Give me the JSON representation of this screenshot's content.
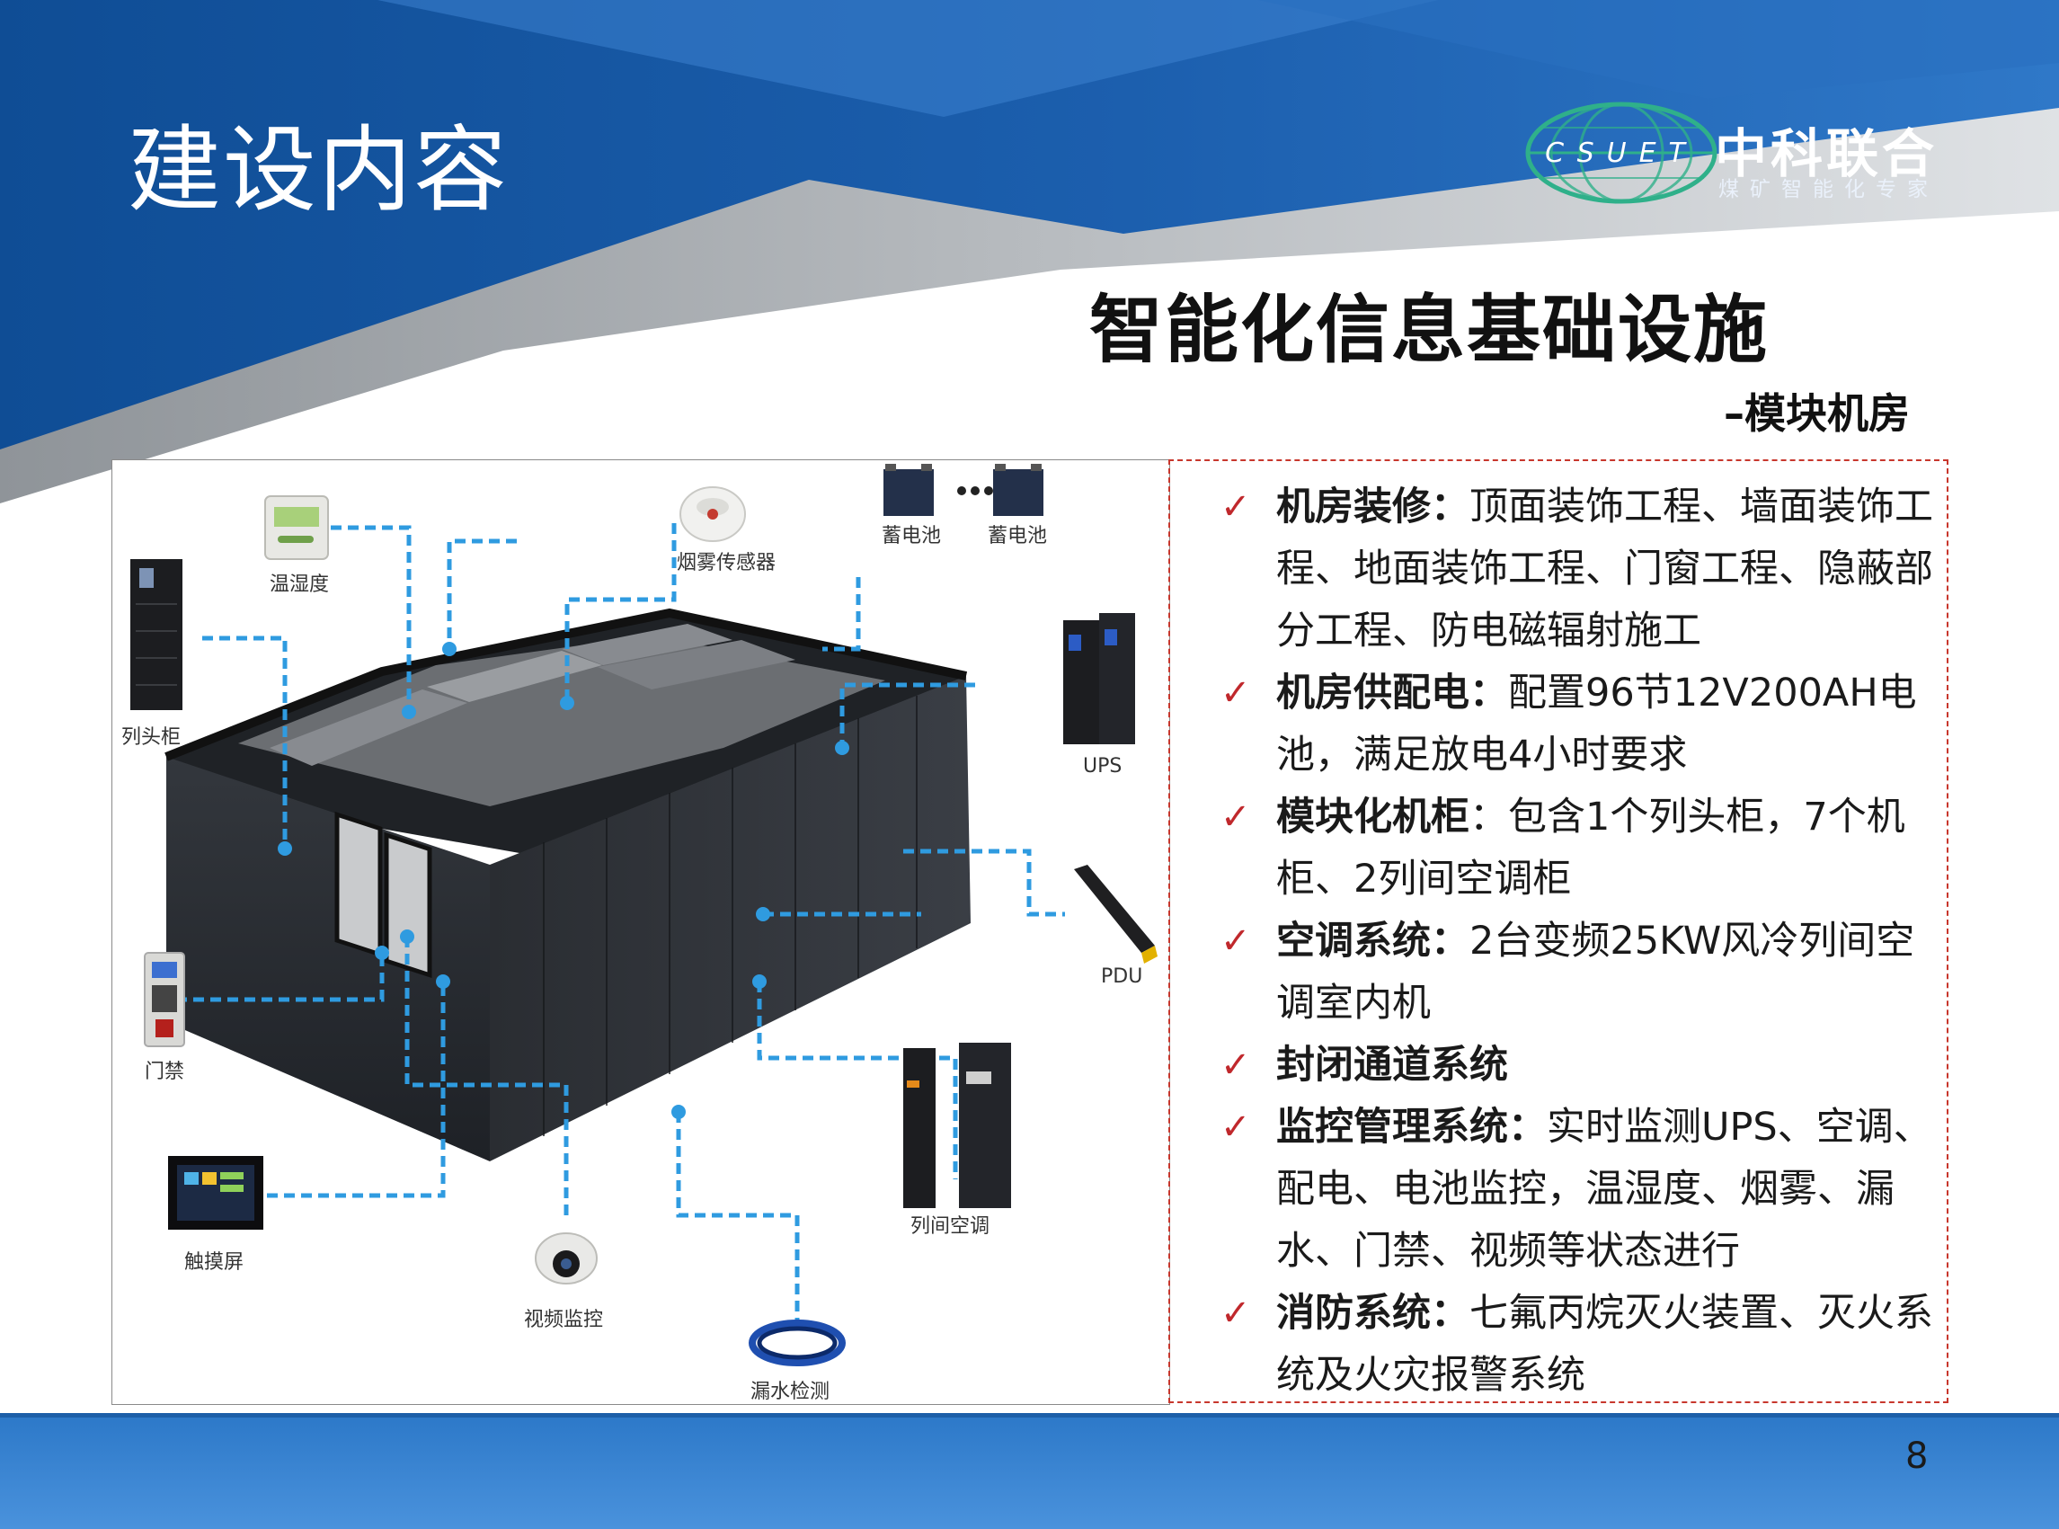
{
  "header": {
    "title": "建设内容",
    "brand_name": "中科联合",
    "brand_sub": "煤矿智能化专家",
    "logo_letters": "CSUET"
  },
  "heading": {
    "main": "智能化信息基础设施",
    "sub": "–模块机房"
  },
  "figure": {
    "labels": {
      "temp_humidity": "温湿度",
      "smoke": "烟雾传感器",
      "battery_1": "蓄电池",
      "battery_2": "蓄电池",
      "head_cabinet": "列头柜",
      "ups": "UPS",
      "pdu": "PDU",
      "access": "门禁",
      "touch": "触摸屏",
      "camera": "视频监控",
      "leak": "漏水检测",
      "row_ac": "列间空调"
    }
  },
  "bullets": [
    {
      "key": "机房装修：",
      "text": "顶面装饰工程、墙面装饰工程、地面装饰工程、门窗工程、隐蔽部分工程、防电磁辐射施工"
    },
    {
      "key": "机房供配电：",
      "text": "配置96节12V200AH电池，满足放电4小时要求"
    },
    {
      "key": "模块化机柜",
      "text": "：包含1个列头柜，7个机柜、2列间空调柜"
    },
    {
      "key": "空调系统：",
      "text": "2台变频25KW风冷列间空调室内机"
    },
    {
      "key": "封闭通道系统",
      "text": ""
    },
    {
      "key": "监控管理系统：",
      "text": "实时监测UPS、空调、配电、电池监控，温湿度、烟雾、漏水、门禁、视频等状态进行"
    },
    {
      "key": "消防系统：",
      "text": "七氟丙烷灭火装置、灭火系统及火灾报警系统"
    }
  ],
  "check_mark": "✓",
  "page_number": "8",
  "colors": {
    "header_blue": "#1a5aa6",
    "footer_blue": "#2f7ccc",
    "check_red": "#c0282c",
    "dash_red": "#c8372d",
    "connector_blue": "#2f9be0"
  }
}
